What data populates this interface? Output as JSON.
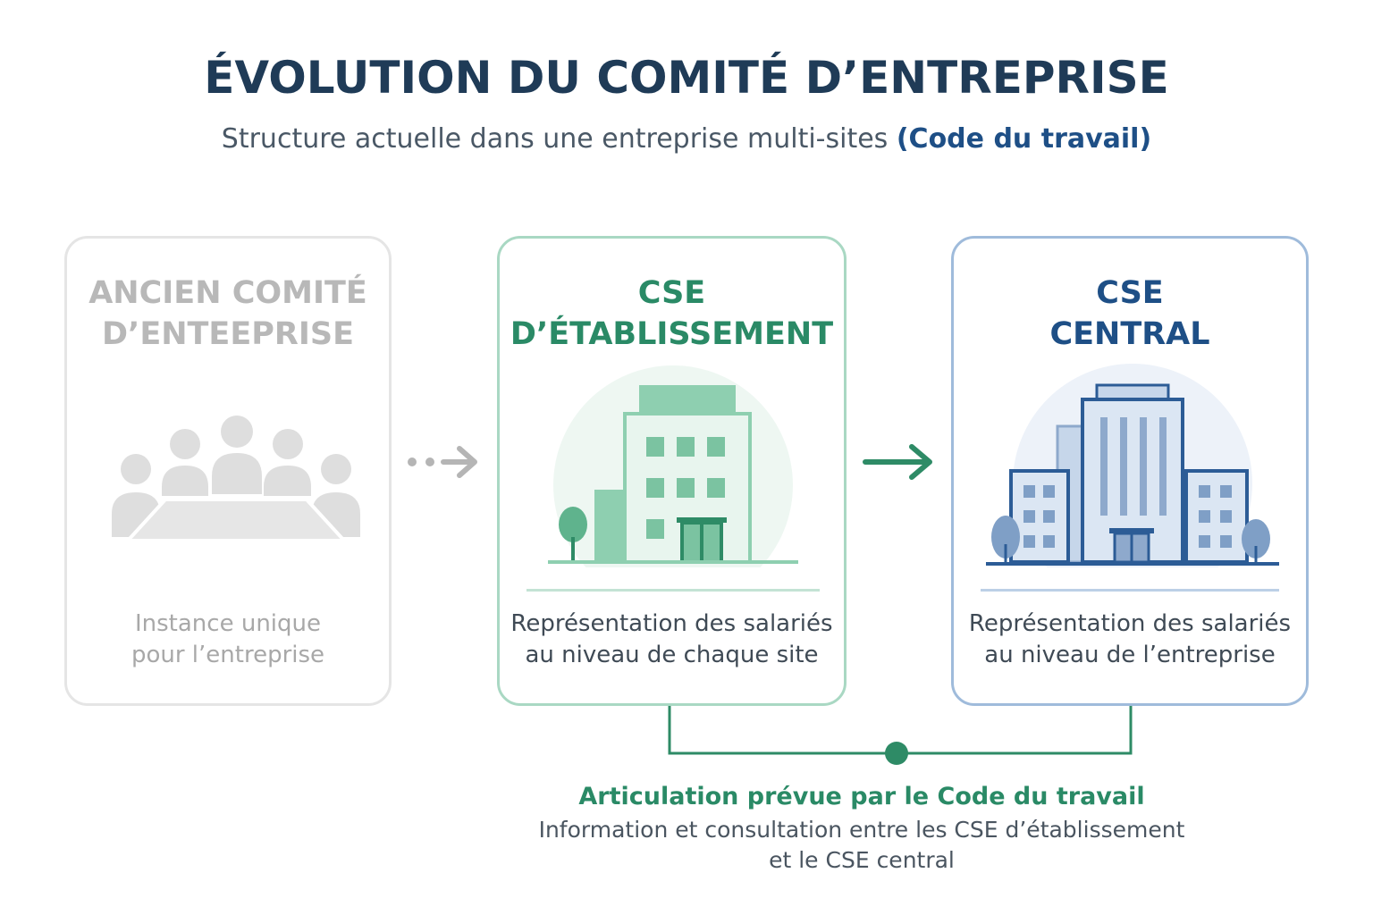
{
  "title": "ÉVOLUTION DU COMITÉ D’ENTREPRISE",
  "subtitle": {
    "main": "Structure actuelle dans une entreprise multi-sites ",
    "highlight": "(Code du travail)"
  },
  "cards": {
    "old": {
      "title_lines": [
        "ANCIEN COMITÉ",
        "D’ENTEEPRISE"
      ],
      "desc_lines": [
        "Instance unique",
        "pour l’entreprise"
      ],
      "icon": "meeting-people-icon",
      "color": "#b8b8b8"
    },
    "etab": {
      "title_lines": [
        "CSE",
        "D’ÉTABLISSEMENT"
      ],
      "desc_lines": [
        "Représentation des salariés",
        "au niveau de chaque site"
      ],
      "icon": "site-building-icon",
      "color": "#2a8a66"
    },
    "central": {
      "title_lines": [
        "CSE",
        "CENTRAL"
      ],
      "desc_lines": [
        "Représentation des salariés",
        "au niveau de l’entreprise"
      ],
      "icon": "headquarters-building-icon",
      "color": "#1e4f86"
    }
  },
  "articulation": {
    "title": "Articulation prévue par le Code du travail",
    "desc_lines": [
      "Information et consultation entre les CSE d’établissement",
      "et le CSE central"
    ],
    "color": "#2a8a66"
  }
}
